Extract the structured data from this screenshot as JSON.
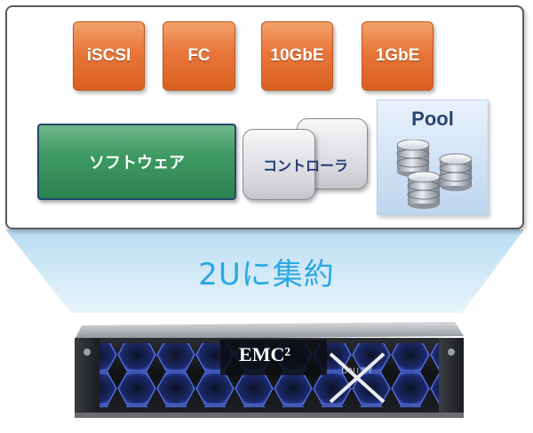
{
  "protocols": [
    {
      "label": "iSCSI"
    },
    {
      "label": "FC"
    },
    {
      "label": "10GbE"
    },
    {
      "label": "1GbE"
    }
  ],
  "software": {
    "label": "ソフトウェア"
  },
  "controller": {
    "label": "コントローラ"
  },
  "pool": {
    "title": "Pool",
    "icon": "disk-stack-icon"
  },
  "caption": "2Uに集約",
  "server": {
    "logo": "EMC²",
    "model": "UNITY"
  },
  "colors": {
    "protocol_orange": "#e8763a",
    "software_green": "#3f9a62",
    "controller_text": "#1f3c78",
    "pool_blue": "#cfe0f4",
    "caption_blue": "#2aa8e2",
    "hardware_glow": "#3c5fe6"
  }
}
